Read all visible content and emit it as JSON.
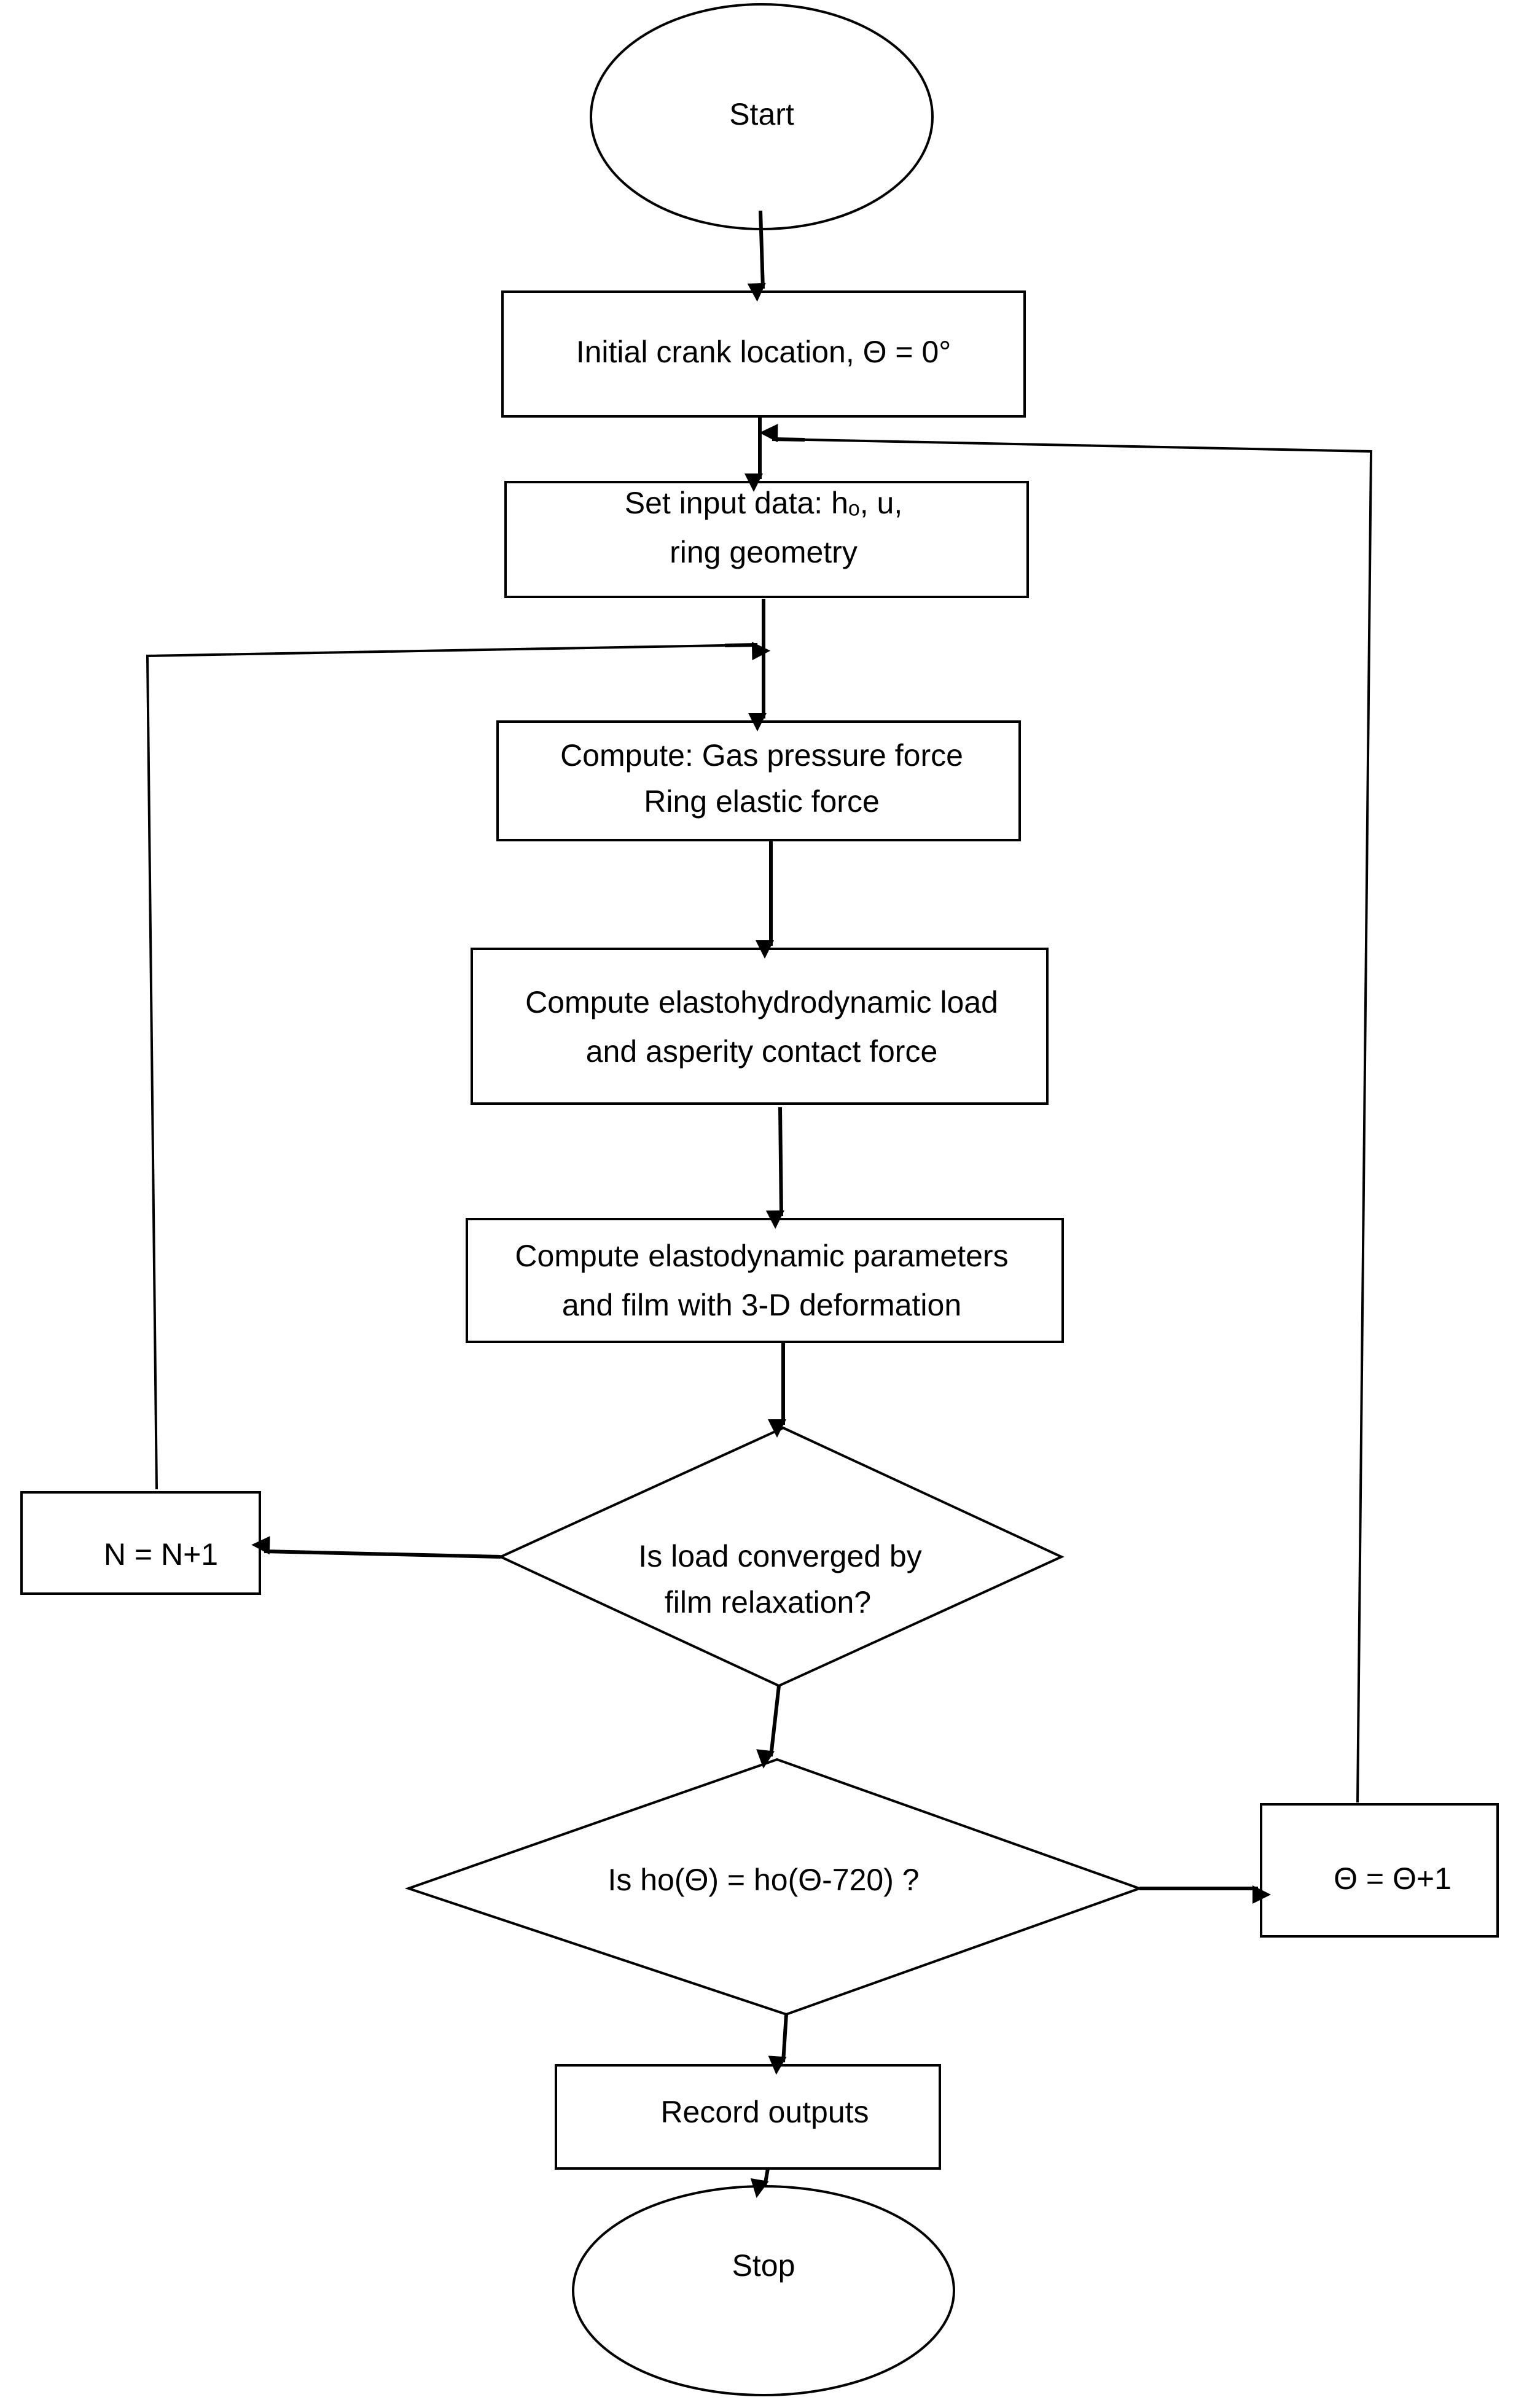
{
  "nodes": {
    "start": {
      "label": "Start"
    },
    "initial_crank": {
      "label": "Initial crank location, Θ = 0°"
    },
    "set_input": {
      "line1": "Set input data: hₒ, u,",
      "line2": "ring geometry"
    },
    "compute_forces": {
      "line1": "Compute: Gas pressure force",
      "line2": "Ring elastic force"
    },
    "compute_ehl": {
      "line1": "Compute elastohydrodynamic load",
      "line2": "and asperity contact force"
    },
    "compute_elastodynamic": {
      "line1": "Compute elastodynamic parameters",
      "line2": "and film with 3-D deformation"
    },
    "load_converged": {
      "line1": "Is load converged by",
      "line2": "film relaxation?"
    },
    "n_increment": {
      "label": "N = N+1"
    },
    "ho_check": {
      "label": "Is ho(Θ) = ho(Θ-720) ?"
    },
    "theta_increment": {
      "label": "Θ = Θ+1"
    },
    "record_outputs": {
      "label": "Record outputs"
    },
    "stop": {
      "label": "Stop"
    }
  },
  "colors": {
    "stroke": "#000000",
    "fill": "#ffffff",
    "background": "#ffffff"
  }
}
